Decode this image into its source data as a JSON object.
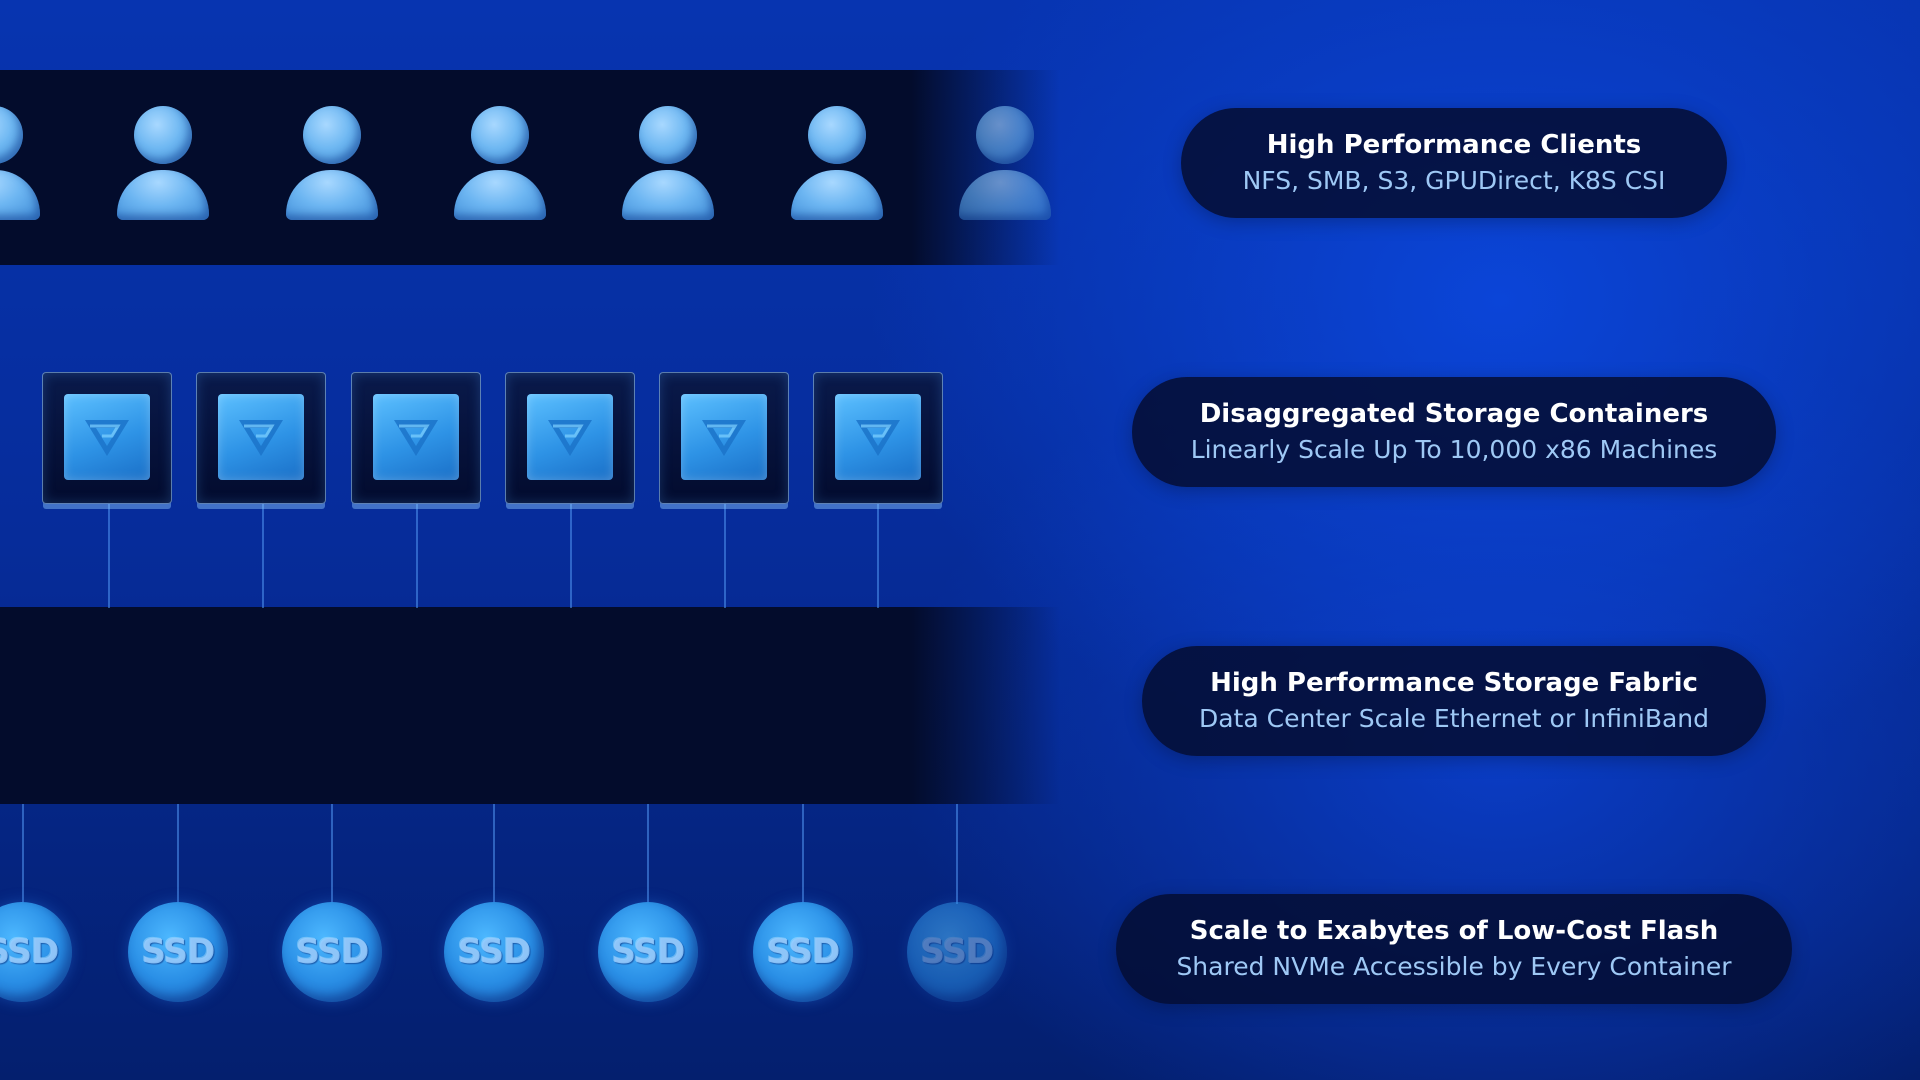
{
  "layers": [
    {
      "title": "High Performance Clients",
      "subtitle": "NFS, SMB, S3, GPUDirect, K8S CSI"
    },
    {
      "title": "Disaggregated Storage Containers",
      "subtitle": "Linearly Scale Up To 10,000 x86 Machines"
    },
    {
      "title": "High Performance Storage Fabric",
      "subtitle": "Data Center Scale Ethernet or InfiniBand"
    },
    {
      "title": "Scale to Exabytes of Low-Cost Flash",
      "subtitle": "Shared NVMe Accessible by Every Container"
    }
  ],
  "ssd_label": "SSD",
  "icons": {
    "client": "person-icon",
    "container": "container-logo-icon",
    "drive": "ssd-drive-icon"
  },
  "colors": {
    "background": "#0734b0",
    "band": "#030c2c",
    "accent": "#2a8fe6",
    "pill_subtitle": "#9ec8f5"
  }
}
